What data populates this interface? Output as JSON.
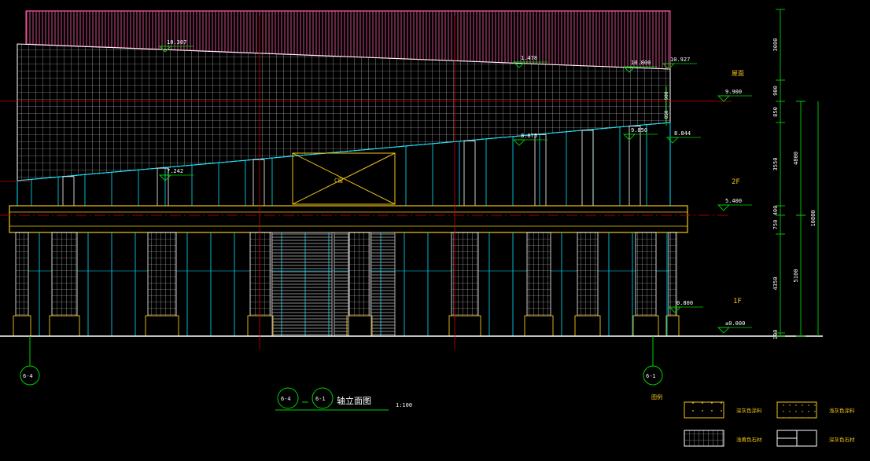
{
  "colors": {
    "background": "#000000",
    "grid": "#d8d8d8",
    "glass": "#00e5ff",
    "roof": "#ff5ea8",
    "axis_red": "#cc0000",
    "dim_green": "#00d000",
    "label_yellow": "#f5c518",
    "door_gray": "#aaaaaa",
    "white": "#ffffff"
  },
  "elevation_marks": [
    {
      "id": "e10927",
      "text": "10.927"
    },
    {
      "id": "e10800",
      "text": "10.800"
    },
    {
      "id": "e9900",
      "text": "9.900"
    },
    {
      "id": "e9850",
      "text": "9.850"
    },
    {
      "id": "e8844",
      "text": "8.844"
    },
    {
      "id": "e8875",
      "text": "8.875"
    },
    {
      "id": "e7242",
      "text": "7.242"
    },
    {
      "id": "e10307",
      "text": "10.307"
    },
    {
      "id": "e5400",
      "text": "5.400"
    },
    {
      "id": "e0800",
      "text": "0.800"
    },
    {
      "id": "e0000",
      "text": "±0.000"
    },
    {
      "id": "e_top",
      "text": "1.478"
    }
  ],
  "floor_labels": {
    "roof": "屋面",
    "f2": "2F",
    "f1": "1F"
  },
  "dimensions": {
    "right_col": [
      "3000",
      "900",
      "850",
      "3550",
      "400",
      "750",
      "4350",
      "100"
    ],
    "right_mid": [
      "4800",
      "5100"
    ],
    "right_total": "10800",
    "panel_small": [
      "900",
      "850"
    ]
  },
  "axes": {
    "left": "6-4",
    "right": "6-1"
  },
  "title": {
    "from": "6-4",
    "to": "6-1",
    "text": "轴立面图",
    "scale": "1:100"
  },
  "legend": {
    "heading": "图例",
    "items": [
      {
        "label": "深灰色涂料"
      },
      {
        "label": "浅灰色涂料"
      },
      {
        "label": "浅黄色石材"
      },
      {
        "label": "深灰色石材"
      }
    ]
  },
  "door_label": "C窗"
}
